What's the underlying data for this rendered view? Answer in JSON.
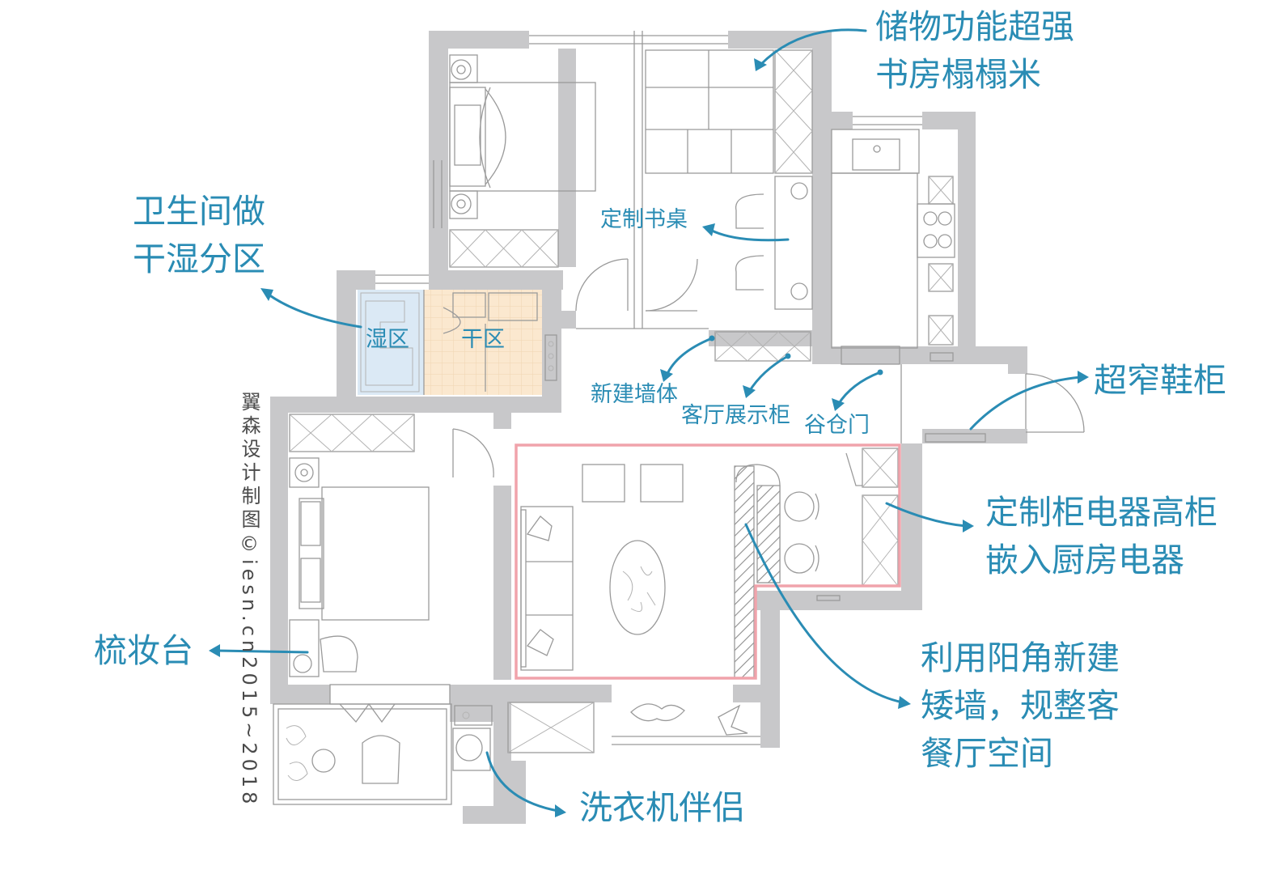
{
  "colors": {
    "accent": "#2a8cb4",
    "wall": "#c8c8ca",
    "highlight": "#f0a3ab",
    "wet_zone": "#dbe9f5",
    "dry_zone": "#fbe8cf"
  },
  "annotations": {
    "storage": [
      "储物功能超强",
      "书房榻榻米"
    ],
    "bathroom": [
      "卫生间做",
      "干湿分区"
    ],
    "desk": "定制书桌",
    "wet_zone": "湿区",
    "dry_zone": "干区",
    "new_wall": "新建墙体",
    "display_cabinet": "客厅展示柜",
    "grain_door": "谷仓门",
    "shoe_cabinet": "超窄鞋柜",
    "appliance_cabinet": [
      "定制柜电器高柜",
      "嵌入厨房电器"
    ],
    "low_wall": [
      "利用阳角新建",
      "矮墙，规整客",
      "餐厅空间"
    ],
    "vanity": "梳妆台",
    "washer": "洗衣机伴侣",
    "watermark": "翼森设计制图©iesn.cn2015~2018"
  }
}
